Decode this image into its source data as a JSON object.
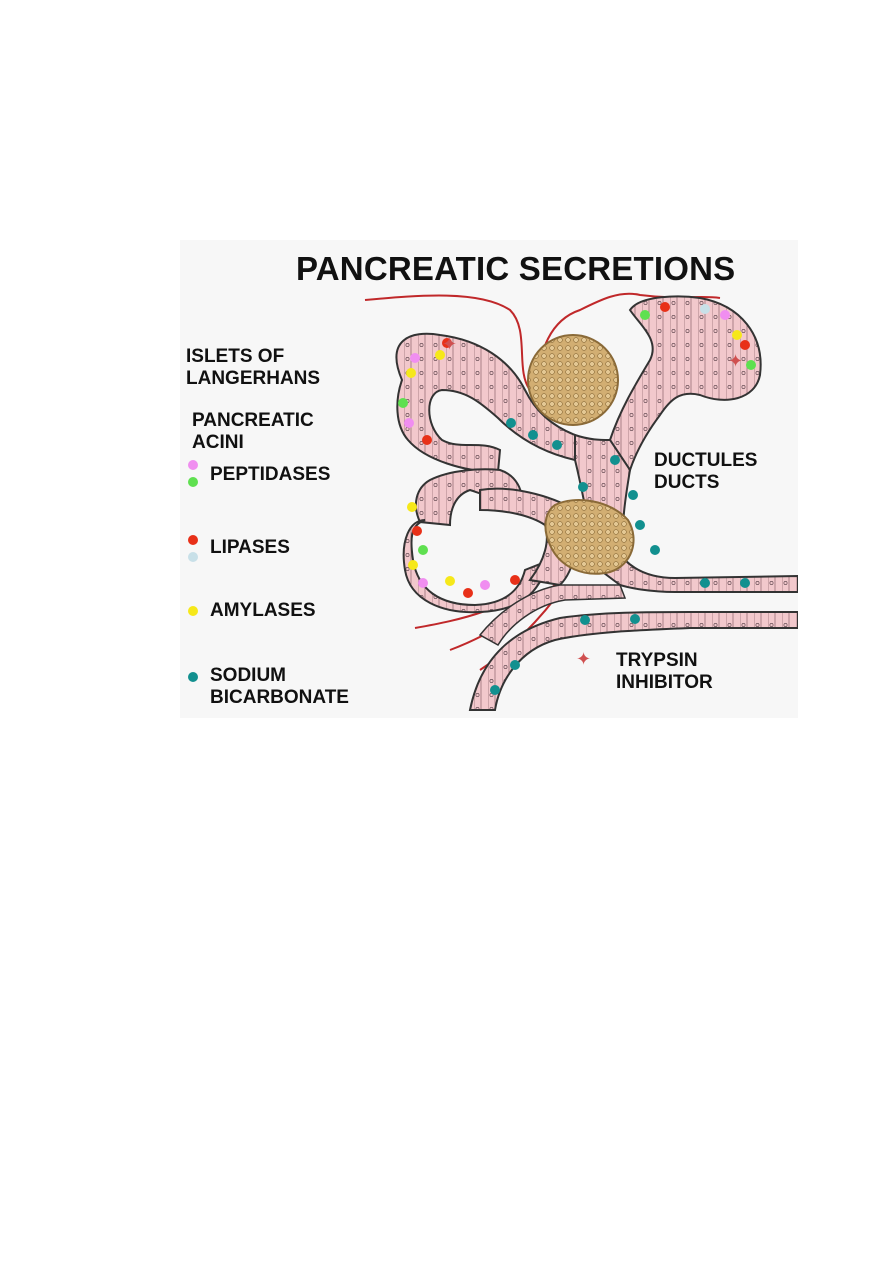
{
  "title": "PANCREATIC SECRETIONS",
  "labels": {
    "islets_line1": "ISLETS OF",
    "islets_line2": "LANGERHANS",
    "acini_line1": "PANCREATIC",
    "acini_line2": "ACINI",
    "ductules": "DUCTULES",
    "ducts": "DUCTS"
  },
  "legend": {
    "peptidases": "PEPTIDASES",
    "lipases": "LIPASES",
    "amylases": "AMYLASES",
    "sodium_line1": "SODIUM",
    "sodium_line2": "BICARBONATE",
    "trypsin_line1": "TRYPSIN",
    "trypsin_line2": "INHIBITOR"
  },
  "colors": {
    "peptidases_a": "#f08ef0",
    "peptidases_b": "#5fe050",
    "lipases_a": "#e83018",
    "lipases_b": "#c8e0e8",
    "amylases": "#f6e81a",
    "sodium_bicarbonate": "#12908f",
    "trypsin_inhibitor": "#d05050",
    "cell_fill": "#f2c8cc",
    "islet_fill": "#cfa96a",
    "vessel": "#c0282a"
  }
}
